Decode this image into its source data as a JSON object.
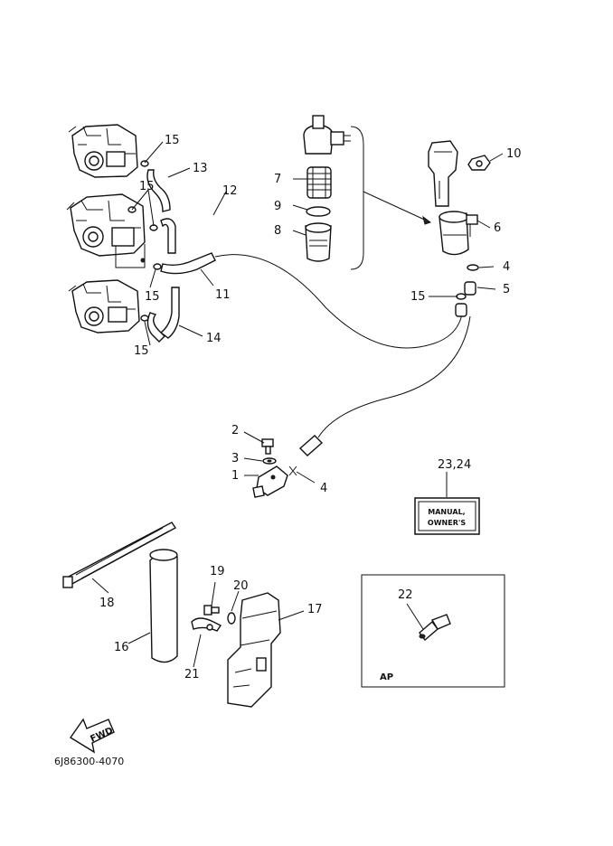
{
  "callouts": {
    "c1": "1",
    "c2": "2",
    "c3": "3",
    "c4a": "4",
    "c4b": "4",
    "c5": "5",
    "c6": "6",
    "c7": "7",
    "c8": "8",
    "c9": "9",
    "c10": "10",
    "c11": "11",
    "c12": "12",
    "c13": "13",
    "c14": "14",
    "c15a": "15",
    "c15b": "15",
    "c15c": "15",
    "c15d": "15",
    "c16": "16",
    "c17": "17",
    "c18": "18",
    "c19": "19",
    "c20": "20",
    "c21": "21",
    "c22": "22",
    "c2324": "23,24"
  },
  "manual_box": {
    "line1": "MANUAL,",
    "line2": "OWNER'S"
  },
  "ap_box": {
    "label": "AP"
  },
  "fwd_arrow": {
    "label": "FWD"
  },
  "diagram_code": "6J86300-4070",
  "icons": {
    "fwd": "forward-arrow-icon"
  }
}
